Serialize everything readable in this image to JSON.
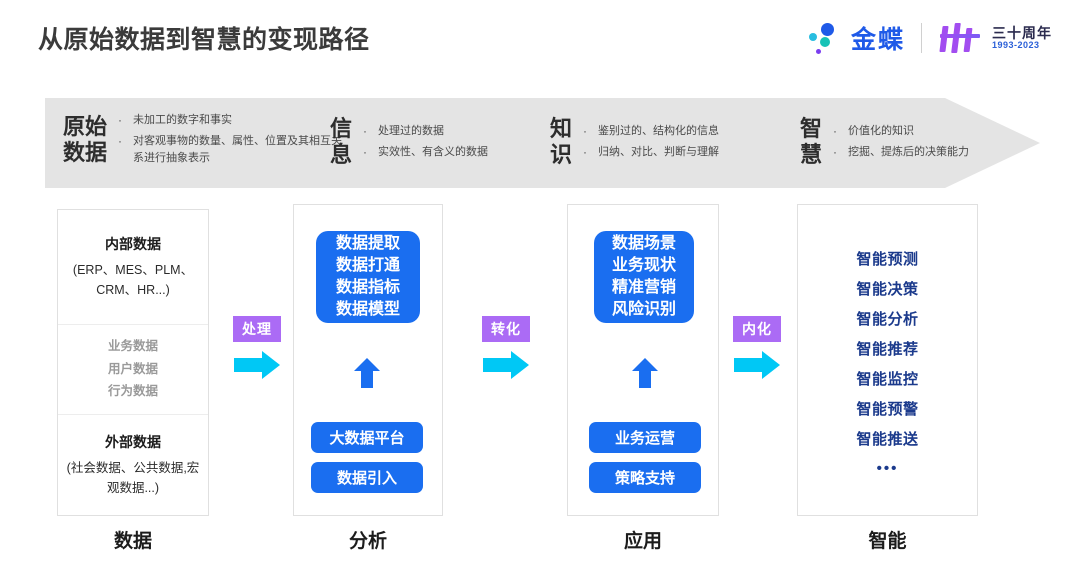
{
  "page_title": "从原始数据到智慧的变现路径",
  "brand": {
    "name": "金蝶",
    "anniversary_top": "三十周年",
    "anniversary_bottom": "1993-2023"
  },
  "colors": {
    "blue": "#1a6ef0",
    "purple": "#ab6bf5",
    "cyan": "#00c8f5",
    "navy": "#1b3a8c",
    "banner_bg": "#e4e4e4"
  },
  "banner": {
    "segments": [
      {
        "title": "原始\n数据",
        "bullets": [
          "未加工的数字和事实",
          "对客观事物的数量、属性、位置及其相互关系进行抽象表示"
        ]
      },
      {
        "title": "信\n息",
        "bullets": [
          "处理过的数据",
          "实效性、有含义的数据"
        ]
      },
      {
        "title": "知\n识",
        "bullets": [
          "鉴别过的、结构化的信息",
          "归纳、对比、判断与理解"
        ]
      },
      {
        "title": "智\n慧",
        "bullets": [
          "价值化的知识",
          "挖掘、提炼后的决策能力"
        ]
      }
    ]
  },
  "columns": [
    {
      "bottom_label": "数据",
      "top_head": "内部数据",
      "top_sub": "(ERP、MES、PLM、CRM、HR...)",
      "middle_items": [
        "业务数据",
        "用户数据",
        "行为数据"
      ],
      "bottom_head": "外部数据",
      "bottom_sub": "(社会数据、公共数据,宏观数据...)"
    },
    {
      "bottom_label": "分析",
      "box_lines": [
        "数据提取",
        "数据打通",
        "数据指标",
        "数据模型"
      ],
      "pills": [
        "大数据平台",
        "数据引入"
      ]
    },
    {
      "bottom_label": "应用",
      "box_lines": [
        "数据场景",
        "业务现状",
        "精准营销",
        "风险识别"
      ],
      "pills": [
        "业务运营",
        "策略支持"
      ]
    },
    {
      "bottom_label": "智能",
      "items": [
        "智能预测",
        "智能决策",
        "智能分析",
        "智能推荐",
        "智能监控",
        "智能预警",
        "智能推送"
      ],
      "ellipsis": "•••"
    }
  ],
  "connectors": [
    {
      "label": "处理"
    },
    {
      "label": "转化"
    },
    {
      "label": "内化"
    }
  ]
}
